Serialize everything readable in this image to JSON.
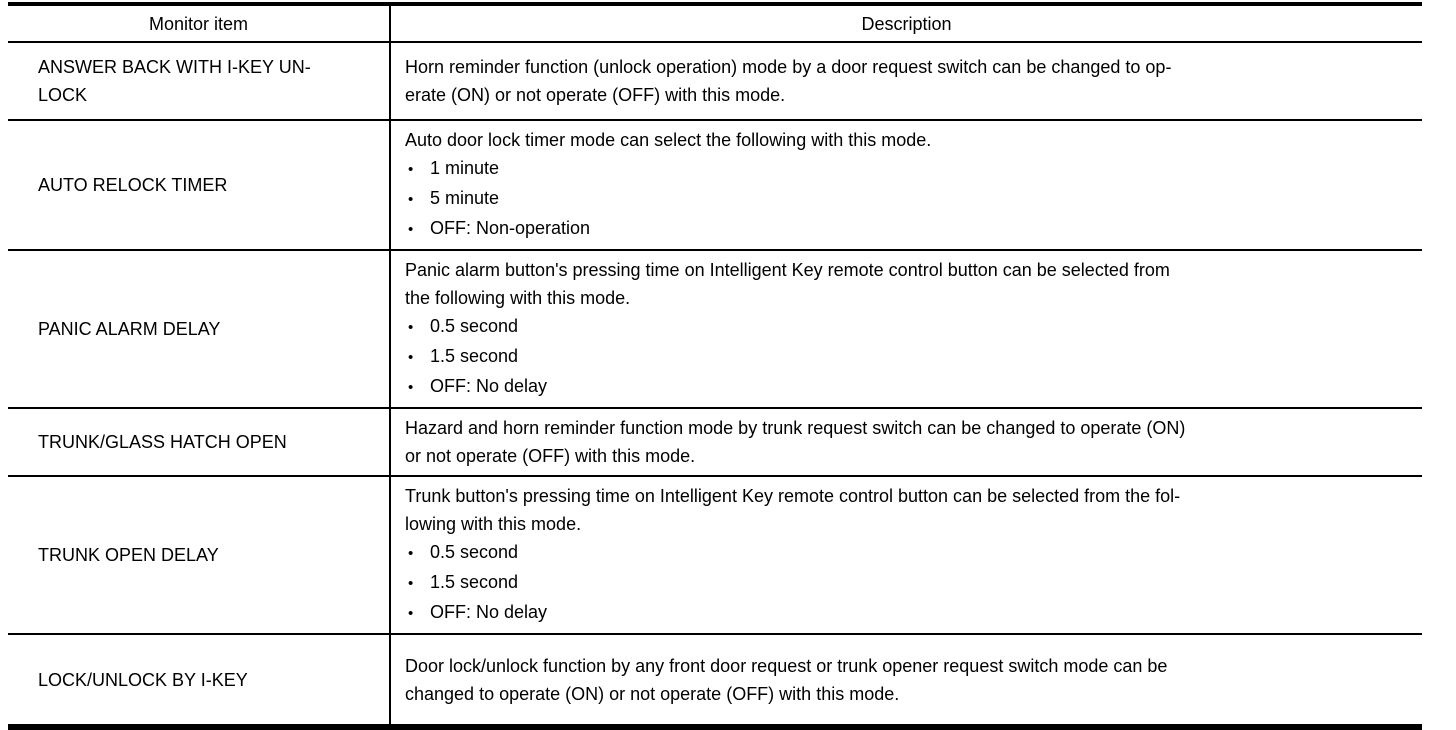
{
  "page": {
    "background_color": "#ffffff",
    "text_color": "#000000",
    "border_color": "#000000"
  },
  "table": {
    "columns": [
      {
        "label": "Monitor item"
      },
      {
        "label": "Description"
      }
    ],
    "bullet_glyph": "•",
    "rows": [
      {
        "item": "ANSWER BACK WITH I-KEY UN-\nLOCK",
        "description": "Horn reminder function (unlock operation) mode by a door request switch can be changed to op-\nerate (ON) or not operate (OFF) with this mode.",
        "bullets": []
      },
      {
        "item": "AUTO RELOCK TIMER",
        "description": "Auto door lock timer mode can select the following with this mode.",
        "bullets": [
          "1 minute",
          "5 minute",
          "OFF: Non-operation"
        ]
      },
      {
        "item": "PANIC ALARM DELAY",
        "description": "Panic alarm button's pressing time on Intelligent Key remote control button can be selected from\nthe following with this mode.",
        "bullets": [
          "0.5 second",
          "1.5 second",
          "OFF: No delay"
        ]
      },
      {
        "item": "TRUNK/GLASS HATCH OPEN",
        "description": "Hazard and horn reminder function mode by trunk request switch can be changed to operate (ON)\nor not operate (OFF) with this mode.",
        "bullets": []
      },
      {
        "item": "TRUNK OPEN DELAY",
        "description": "Trunk button's pressing time on Intelligent Key remote control button can be selected from the fol-\nlowing with this mode.",
        "bullets": [
          "0.5 second",
          "1.5 second",
          "OFF: No delay"
        ]
      },
      {
        "item": "LOCK/UNLOCK BY I-KEY",
        "description": "Door lock/unlock function by any front door request or trunk opener request switch mode can be\nchanged to operate (ON) or not operate (OFF) with this mode.",
        "bullets": []
      }
    ]
  }
}
